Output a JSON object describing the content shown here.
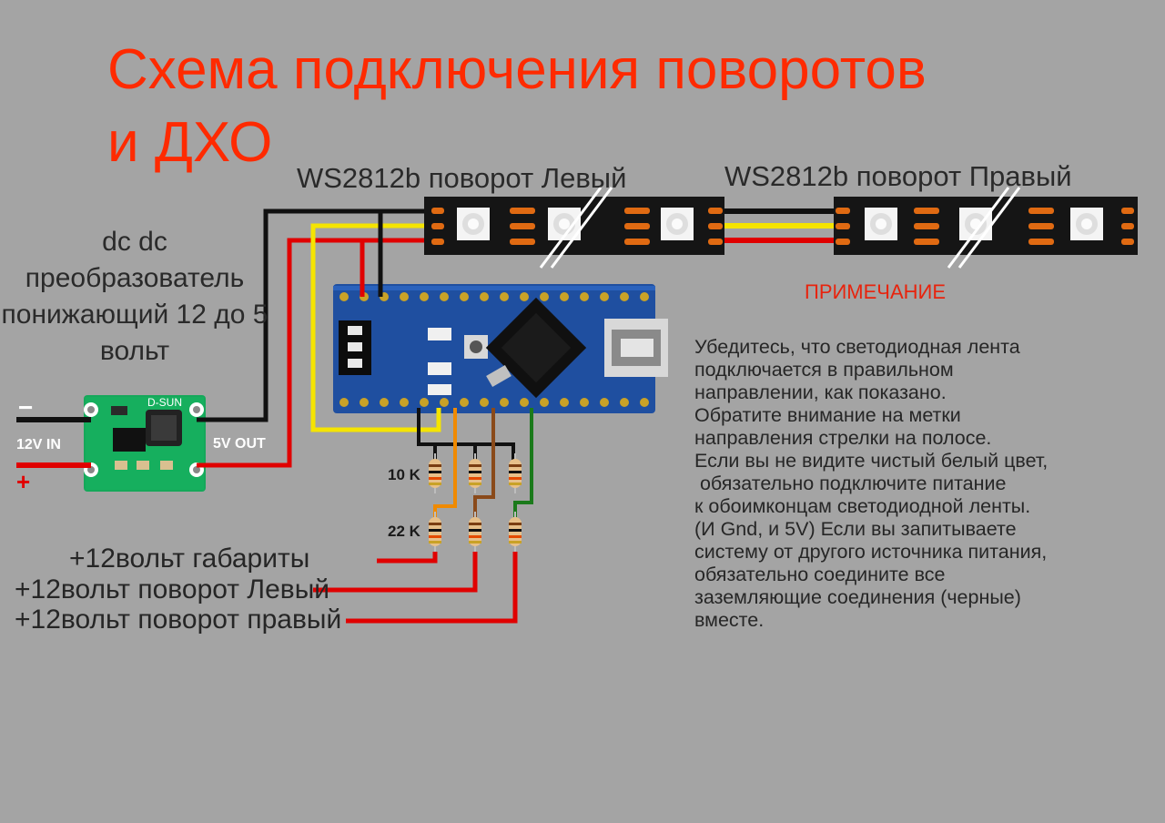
{
  "title": {
    "line1": "Схема подключения поворотов",
    "line2": "и ДХО"
  },
  "strips": {
    "left_label": "WS2812b поворот Левый",
    "right_label": "WS2812b поворот Правый"
  },
  "dcdc": {
    "label": "dc dc преобразователь понижающий 12 до 5 вольт",
    "board_text": "D-SUN"
  },
  "terminals": {
    "input": "12V IN",
    "output": "5V OUT",
    "minus": "−",
    "plus": "+"
  },
  "note": {
    "title": "ПРИМЕЧАНИЕ",
    "lines": [
      "Убедитесь, что светодиодная лента",
      "подключается в правильном",
      "направлении, как показано.",
      "Обратите внимание на метки",
      "направления стрелки на полосе.",
      "Если вы не видите чистый белый цвет,",
      " обязательно подключите питание",
      "к обоимконцам светодиодной ленты.",
      "(И Gnd, и 5V) Если вы запитываете",
      "систему от другого источника питания,",
      "обязательно соедините все",
      "заземляющие соединения (черные)",
      "вместе."
    ]
  },
  "resistors": {
    "top": "10 K",
    "bottom": "22 K"
  },
  "inputs": {
    "parking": "+12вольт габариты",
    "left": "+12вольт поворот Левый",
    "right": "+12вольт поворот правый"
  },
  "colors": {
    "background": "#a4a4a4",
    "title": "#ff2a00",
    "wire_red": "#e00000",
    "wire_yellow": "#f5e400",
    "wire_black": "#111111",
    "wire_orange": "#f08a00",
    "wire_brown": "#8a4a1a",
    "wire_green": "#1b7a1b",
    "pcb_blue": "#1f4fa0",
    "pcb_green": "#15a85a"
  }
}
